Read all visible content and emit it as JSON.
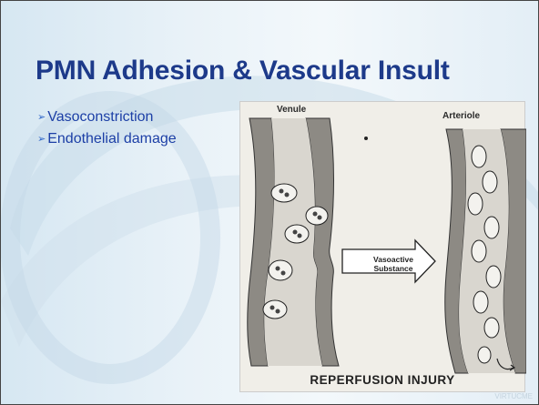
{
  "slide": {
    "title": "PMN Adhesion & Vascular Insult",
    "bullets": [
      {
        "marker": "➢",
        "text": "Vasoconstriction"
      },
      {
        "marker": "➢",
        "text": "Endothelial damage"
      }
    ]
  },
  "figure": {
    "venule_label": "Venule",
    "arteriole_label": "Arteriole",
    "arrow_label_line1": "Vasoactive",
    "arrow_label_line2": "Substance",
    "caption": "REPERFUSION INJURY"
  },
  "footer": {
    "watermark": "VIRTUCME"
  },
  "colors": {
    "title": "#1d3a8a",
    "bullet_text": "#1c3fa6",
    "background": "#e3eef6"
  }
}
